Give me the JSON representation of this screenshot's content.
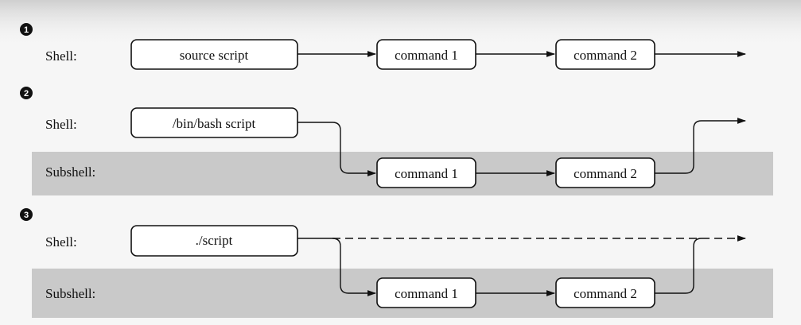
{
  "panels": [
    {
      "number": "1",
      "shell_label": "Shell:",
      "start_box": "source script",
      "commands": [
        "command 1",
        "command 2"
      ]
    },
    {
      "number": "2",
      "shell_label": "Shell:",
      "subshell_label": "Subshell:",
      "start_box": "/bin/bash script",
      "commands": [
        "command 1",
        "command 2"
      ]
    },
    {
      "number": "3",
      "shell_label": "Shell:",
      "subshell_label": "Subshell:",
      "start_box": "./script",
      "commands": [
        "command 1",
        "command 2"
      ]
    }
  ],
  "colors": {
    "background": "#f6f6f6",
    "subshell_band": "#c9c9c9",
    "box_fill": "#ffffff",
    "stroke": "#111111"
  }
}
